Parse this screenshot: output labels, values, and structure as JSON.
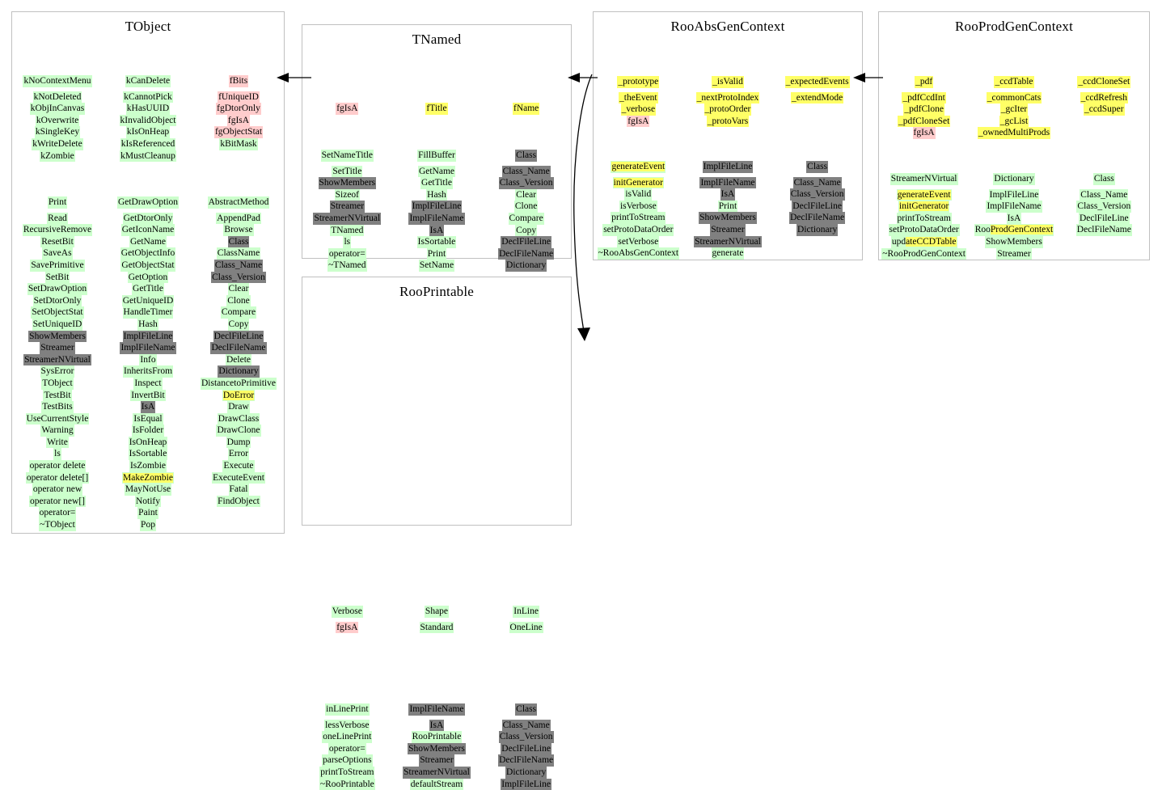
{
  "diagram": {
    "type": "uml-class-inheritance",
    "title": "ROOT/RooFit class hierarchy graph",
    "legend_colors": {
      "member_green": "#ccffcc",
      "member_pink": "#ffcccc",
      "member_yellow": "#ffff66",
      "member_gray": "#808080",
      "box_border": "#c0c0c0",
      "background": "#ffffff",
      "connector": "#000000"
    },
    "classes": [
      {
        "id": "tobject",
        "name": "TObject",
        "attributes": [
          [
            "kNoContextMenu",
            "kCanDelete",
            "fBits"
          ],
          [
            "kNotDeleted",
            "kCannotPick",
            "fUniqueID"
          ],
          [
            "kObjInCanvas",
            "kHasUUID",
            "fgDtorOnly"
          ],
          [
            "kOverwrite",
            "kInvalidObject",
            "fgIsA"
          ],
          [
            "kSingleKey",
            "kIsOnHeap",
            "fgObjectStat"
          ],
          [
            "kWriteDelete",
            "kIsReferenced",
            "kBitMask"
          ],
          [
            "kZombie",
            "kMustCleanup",
            ""
          ]
        ],
        "methods_col1": [
          "Print",
          "Read",
          "RecursiveRemove",
          "ResetBit",
          "SaveAs",
          "SavePrimitive",
          "SetBit",
          "SetDrawOption",
          "SetDtorOnly",
          "SetObjectStat",
          "SetUniqueID",
          "ShowMembers",
          "Streamer",
          "StreamerNVirtual",
          "SysError",
          "TObject",
          "TestBit",
          "TestBits",
          "UseCurrentStyle",
          "Warning",
          "Write",
          "ls",
          "operator delete",
          "operator delete[]",
          "operator new",
          "operator new[]",
          "operator=",
          "~TObject"
        ],
        "methods_col2": [
          "GetDrawOption",
          "GetDtorOnly",
          "GetIconName",
          "GetName",
          "GetObjectInfo",
          "GetObjectStat",
          "GetOption",
          "GetTitle",
          "GetUniqueID",
          "HandleTimer",
          "Hash",
          "ImplFileLine",
          "ImplFileName",
          "Info",
          "InheritsFrom",
          "Inspect",
          "InvertBit",
          "IsA",
          "IsEqual",
          "IsFolder",
          "IsOnHeap",
          "IsSortable",
          "IsZombie",
          "MakeZombie",
          "MayNotUse",
          "Notify",
          "Paint",
          "Pop"
        ],
        "methods_col3": [
          "AbstractMethod",
          "AppendPad",
          "Browse",
          "Class",
          "ClassName",
          "Class_Name",
          "Class_Version",
          "Clear",
          "Clone",
          "Compare",
          "Copy",
          "DeclFileLine",
          "DeclFileName",
          "Delete",
          "Dictionary",
          "DistancetoPrimitive",
          "DoError",
          "Draw",
          "DrawClass",
          "DrawClone",
          "Dump",
          "Error",
          "Execute",
          "ExecuteEvent",
          "Fatal",
          "FindObject"
        ]
      },
      {
        "id": "tnamed",
        "name": "TNamed",
        "attributes": [
          [
            "fgIsA",
            "fTitle",
            "fName"
          ]
        ],
        "methods_col1": [
          "SetNameTitle",
          "SetTitle",
          "ShowMembers",
          "Sizeof",
          "Streamer",
          "StreamerNVirtual",
          "TNamed",
          "ls",
          "operator=",
          "~TNamed"
        ],
        "methods_col2": [
          "FillBuffer",
          "GetName",
          "GetTitle",
          "Hash",
          "ImplFileLine",
          "ImplFileName",
          "IsA",
          "IsSortable",
          "Print",
          "SetName"
        ],
        "methods_col3": [
          "Class",
          "Class_Name",
          "Class_Version",
          "Clear",
          "Clone",
          "Compare",
          "Copy",
          "DeclFileLine",
          "DeclFileName",
          "Dictionary"
        ]
      },
      {
        "id": "rooprintable",
        "name": "RooPrintable",
        "attributes": [
          [
            "Verbose",
            "Shape",
            "InLine"
          ],
          [
            "fgIsA",
            "Standard",
            "OneLine"
          ]
        ],
        "methods_col1": [
          "inLinePrint",
          "lessVerbose",
          "oneLinePrint",
          "operator=",
          "parseOptions",
          "printToStream",
          "~RooPrintable"
        ],
        "methods_col2": [
          "ImplFileName",
          "IsA",
          "RooPrintable",
          "ShowMembers",
          "Streamer",
          "StreamerNVirtual",
          "defaultStream"
        ],
        "methods_col3": [
          "Class",
          "Class_Name",
          "Class_Version",
          "DeclFileLine",
          "DeclFileName",
          "Dictionary",
          "ImplFileLine"
        ]
      },
      {
        "id": "rooabsgencontext",
        "name": "RooAbsGenContext",
        "attributes": [
          [
            "_prototype",
            "_isValid",
            "_expectedEvents"
          ],
          [
            "_theEvent",
            "_nextProtoIndex",
            "_extendMode"
          ],
          [
            "_verbose",
            "_protoOrder",
            ""
          ],
          [
            "fgIsA",
            "_protoVars",
            ""
          ]
        ],
        "methods_col1": [
          "generateEvent",
          "initGenerator",
          "isValid",
          "isVerbose",
          "printToStream",
          "setProtoDataOrder",
          "setVerbose",
          "~RooAbsGenContext"
        ],
        "methods_col2": [
          "ImplFileLine",
          "ImplFileName",
          "IsA",
          "Print",
          "ShowMembers",
          "Streamer",
          "StreamerNVirtual",
          "generate"
        ],
        "methods_col3": [
          "Class",
          "Class_Name",
          "Class_Version",
          "DeclFileLine",
          "DeclFileName",
          "Dictionary"
        ]
      },
      {
        "id": "rooprodgencontext",
        "name": "RooProdGenContext",
        "attributes": [
          [
            "_pdf",
            "_ccdTable",
            "_ccdCloneSet"
          ],
          [
            "_pdfCcdInt",
            "_commonCats",
            "_ccdRefresh"
          ],
          [
            "_pdfClone",
            "_gcIter",
            "_ccdSuper"
          ],
          [
            "_pdfCloneSet",
            "_gcList",
            ""
          ],
          [
            "fgIsA",
            "_ownedMultiProds",
            ""
          ]
        ],
        "methods_col1": [
          "StreamerNVirtual",
          "generateEvent",
          "initGenerator",
          "printToStream",
          "setProtoDataOrder",
          "updateCCDTable",
          "~RooProdGenContext"
        ],
        "methods_col2": [
          "Dictionary",
          "ImplFileLine",
          "ImplFileName",
          "IsA",
          "RooProdGenContext",
          "ShowMembers",
          "Streamer"
        ],
        "methods_col3": [
          "Class",
          "Class_Name",
          "Class_Version",
          "DeclFileLine",
          "DeclFileName"
        ]
      }
    ],
    "connectors": [
      {
        "from": "TNamed",
        "to": "TObject",
        "style": "inheritance-arrow-left"
      },
      {
        "from": "RooAbsGenContext",
        "to": "TNamed",
        "style": "inheritance-arrow-left"
      },
      {
        "from": "RooAbsGenContext",
        "to": "RooPrintable",
        "style": "curved-arrow-down"
      },
      {
        "from": "RooProdGenContext",
        "to": "RooAbsGenContext",
        "style": "inheritance-arrow-left"
      }
    ]
  }
}
